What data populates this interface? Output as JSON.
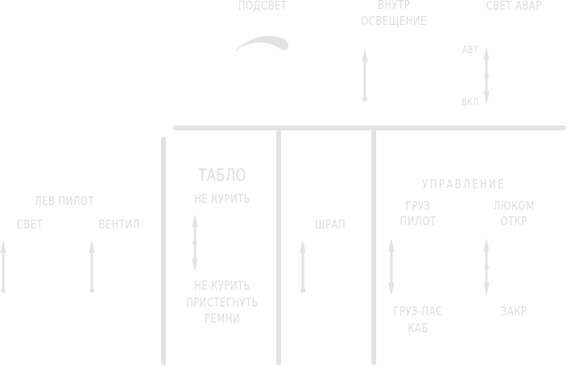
{
  "colors": {
    "line": "#e3e3e3",
    "text": "#dedede",
    "background": "#ffffff"
  },
  "top": {
    "backlight": {
      "label": "ПОДСВЕТ"
    },
    "interior": {
      "label_line1": "ВНУТР",
      "label_line2": "ОСВЕЩЕНИЕ"
    },
    "emergency": {
      "label": "СВЕТ АВАР",
      "up_label": "АВТ",
      "down_label": "ВКЛ"
    }
  },
  "left_pilot": {
    "title": "ЛЕВ ПИЛОТ",
    "light_label": "СВЕТ",
    "fan_label": "ВЕНТИЛ"
  },
  "signs": {
    "title": "ТАБЛО",
    "up_label": "НЕ КУРИТЬ",
    "down_line1": "НЕ КУРИТЬ",
    "down_line2": "ПРИСТЕГНУТЬ",
    "down_line3": "РЕМНИ"
  },
  "shrap": {
    "label": "ШРАП"
  },
  "control": {
    "title": "УПРАВЛЕНИЕ",
    "cargo_up1": "ГРУЗ",
    "cargo_up2": "ПИЛОТ",
    "cargo_down1": "ГРУЗ-ПАС",
    "cargo_down2": "КАБ",
    "hatch_up1": "ЛЮКОМ",
    "hatch_up2": "ОТКР",
    "hatch_down": "ЗАКР"
  }
}
